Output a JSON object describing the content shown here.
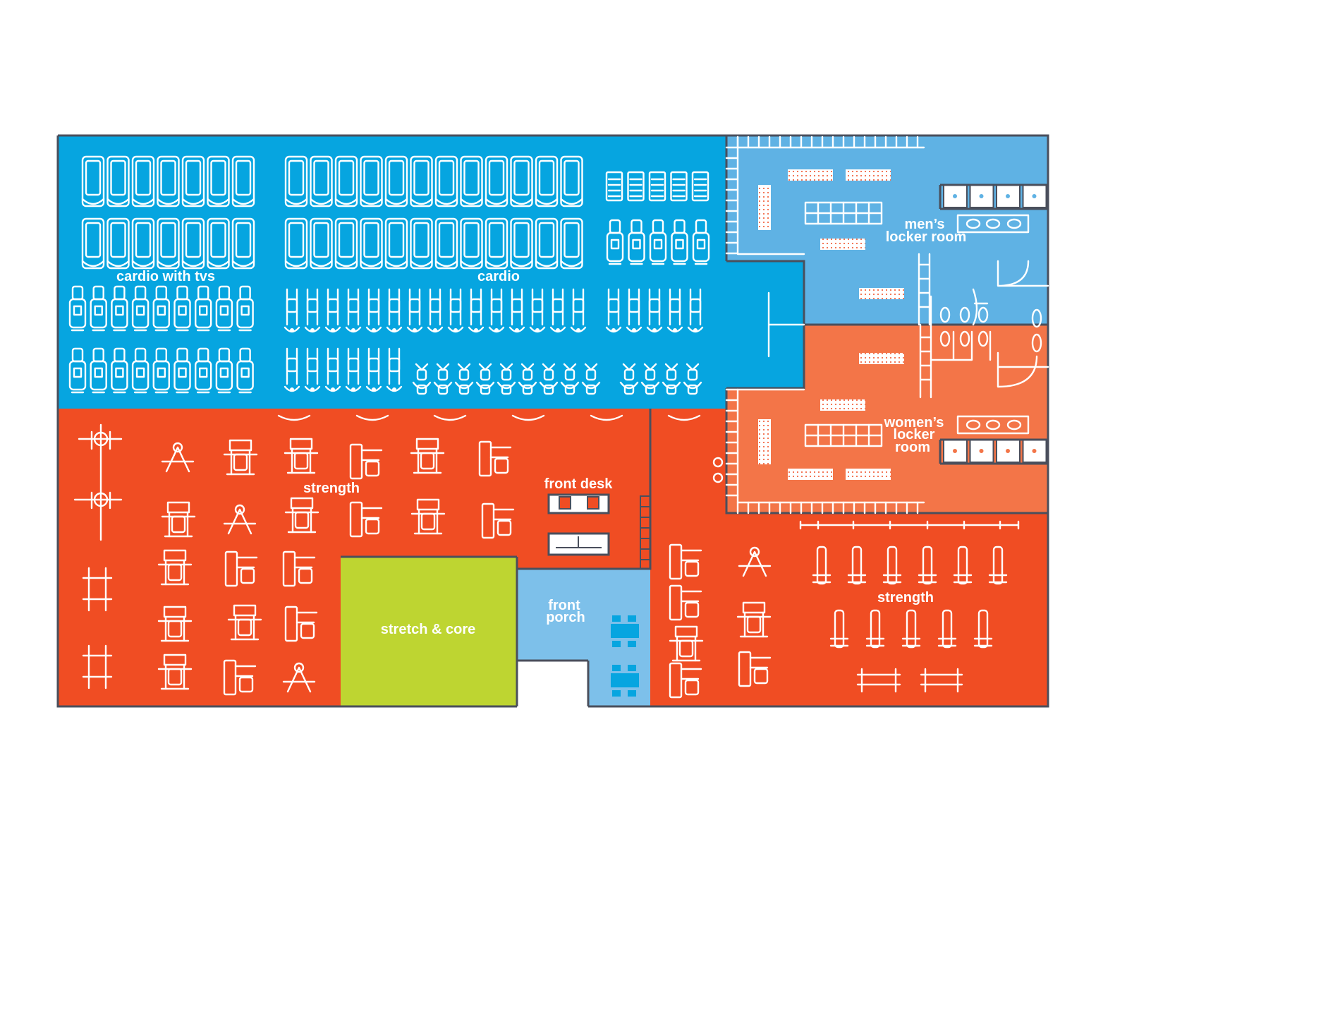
{
  "colors": {
    "cardio": "#06a5e0",
    "strength": "#f04d23",
    "mens_locker": "#5fb2e4",
    "womens_locker": "#f37548",
    "stretch": "#bed531",
    "porch": "#7dc0ea",
    "walls": "#4a4f5c",
    "equipment": "#ffffff"
  },
  "zones": {
    "cardio_tvs": {
      "label": "cardio with tvs"
    },
    "cardio": {
      "label": "cardio"
    },
    "strength_left": {
      "label": "strength"
    },
    "strength_right": {
      "label": "strength"
    },
    "front_desk": {
      "label": "front desk"
    },
    "front_porch": {
      "lines": [
        "front",
        "porch"
      ]
    },
    "stretch_core": {
      "label": "stretch & core"
    },
    "mens_locker": {
      "lines": [
        "men’s",
        "locker room"
      ]
    },
    "womens_locker": {
      "lines": [
        "women’s",
        "locker",
        "room"
      ]
    }
  },
  "icons": {
    "treadmill": "treadmill-icon",
    "bike": "stationary-bike-icon",
    "elliptical": "elliptical-icon",
    "stair": "stair-climber-icon",
    "strength": "strength-machine-icon",
    "bench": "weight-bench-icon",
    "rack": "power-rack-icon",
    "locker": "locker-bench-icon",
    "sink": "sink-icon",
    "toilet": "toilet-icon",
    "table": "table-icon"
  }
}
